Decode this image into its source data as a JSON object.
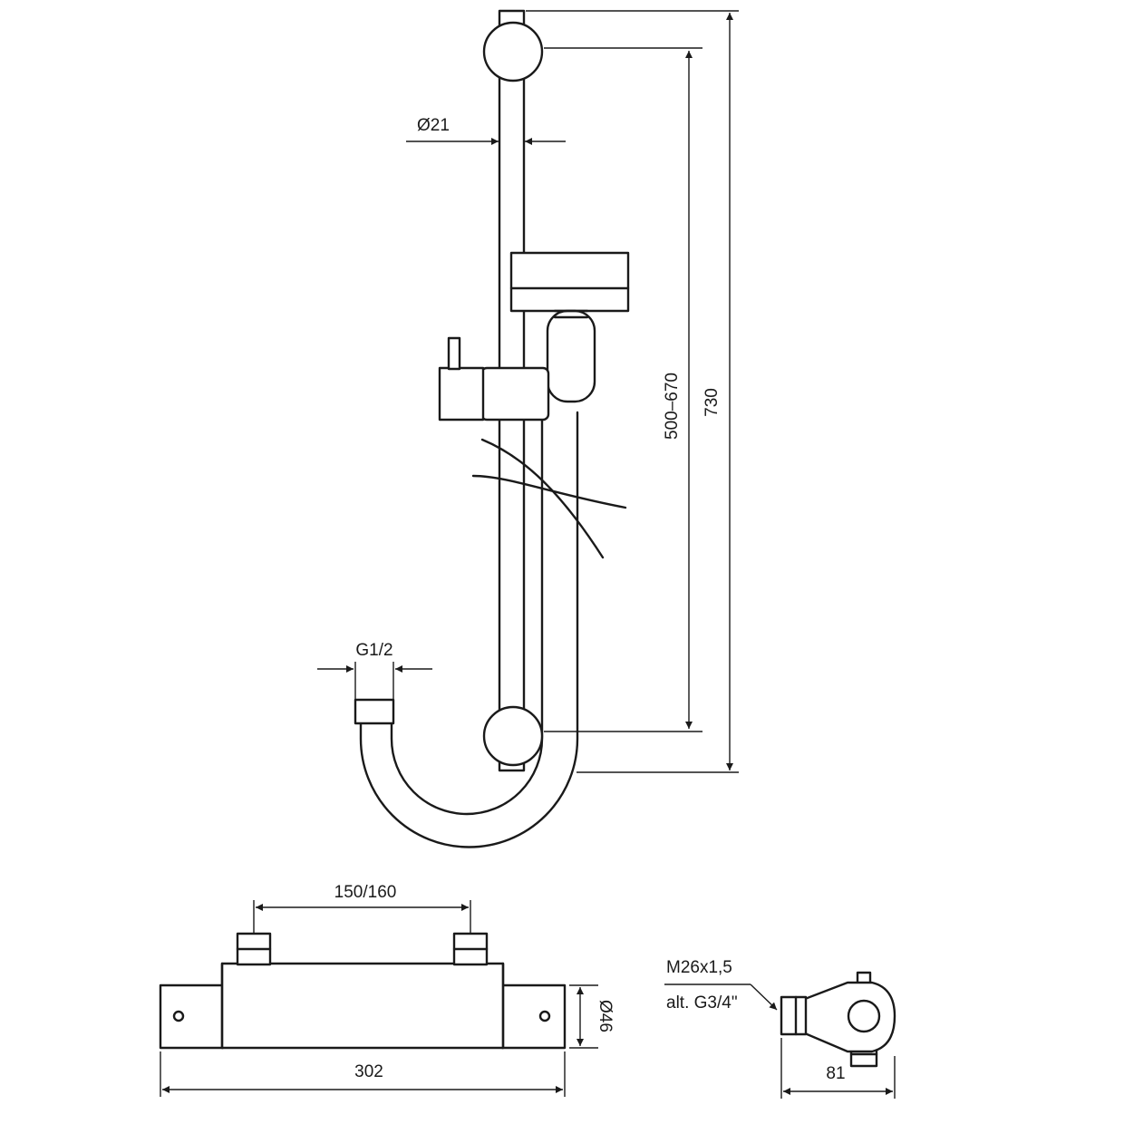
{
  "dimensions": {
    "pipe_diameter": "Ø21",
    "slide_range": "500–670",
    "total_height": "730",
    "hose_connection": "G1/2",
    "inlet_spacing": "150/160",
    "body_diameter": "Ø46",
    "body_length": "302",
    "outlet_thread": "M26x1,5",
    "outlet_thread_alt": "alt. G3/4\"",
    "side_depth": "81"
  }
}
